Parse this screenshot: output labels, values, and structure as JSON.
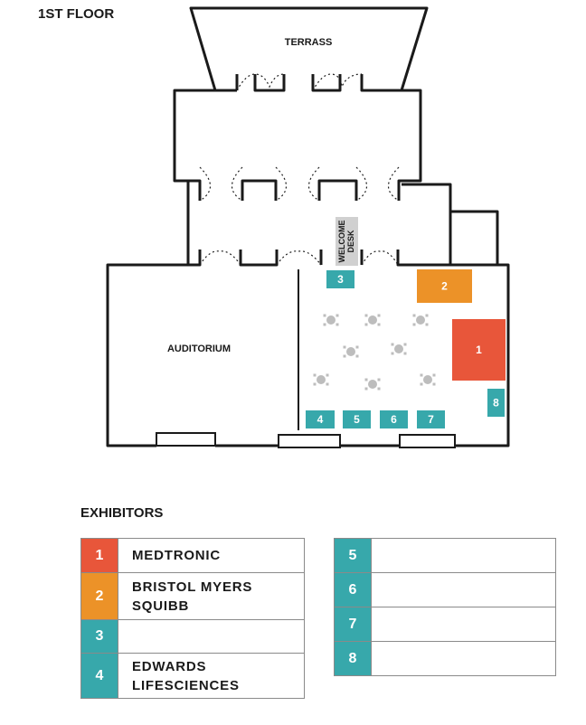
{
  "floor_title": "1ST FLOOR",
  "rooms": {
    "terrass": "TERRASS",
    "auditorium": "AUDITORIUM"
  },
  "welcome_desk": {
    "line1": "WELCOME",
    "line2": "DESK",
    "color": "#d0d0d0"
  },
  "colors": {
    "medtronic": "#e8563a",
    "bms": "#ec9228",
    "teal": "#37a8ab",
    "wall": "#1a1a1a",
    "table": "#bdbdbd"
  },
  "booths": [
    {
      "num": "1",
      "color": "#e8563a"
    },
    {
      "num": "2",
      "color": "#ec9228"
    },
    {
      "num": "3",
      "color": "#37a8ab"
    },
    {
      "num": "4",
      "color": "#37a8ab"
    },
    {
      "num": "5",
      "color": "#37a8ab"
    },
    {
      "num": "6",
      "color": "#37a8ab"
    },
    {
      "num": "7",
      "color": "#37a8ab"
    },
    {
      "num": "8",
      "color": "#37a8ab"
    }
  ],
  "exhibitors_title": "EXHIBITORS",
  "exhibitors_left": [
    {
      "num": "1",
      "name": "MEDTRONIC",
      "color": "#e8563a"
    },
    {
      "num": "2",
      "name": "BRISTOL MYERS SQUIBB",
      "color": "#ec9228"
    },
    {
      "num": "3",
      "name": "",
      "color": "#37a8ab"
    },
    {
      "num": "4",
      "name": "EDWARDS LIFESCIENCES",
      "color": "#37a8ab"
    }
  ],
  "exhibitors_right": [
    {
      "num": "5",
      "name": "",
      "color": "#37a8ab"
    },
    {
      "num": "6",
      "name": "",
      "color": "#37a8ab"
    },
    {
      "num": "7",
      "name": "",
      "color": "#37a8ab"
    },
    {
      "num": "8",
      "name": "",
      "color": "#37a8ab"
    }
  ]
}
